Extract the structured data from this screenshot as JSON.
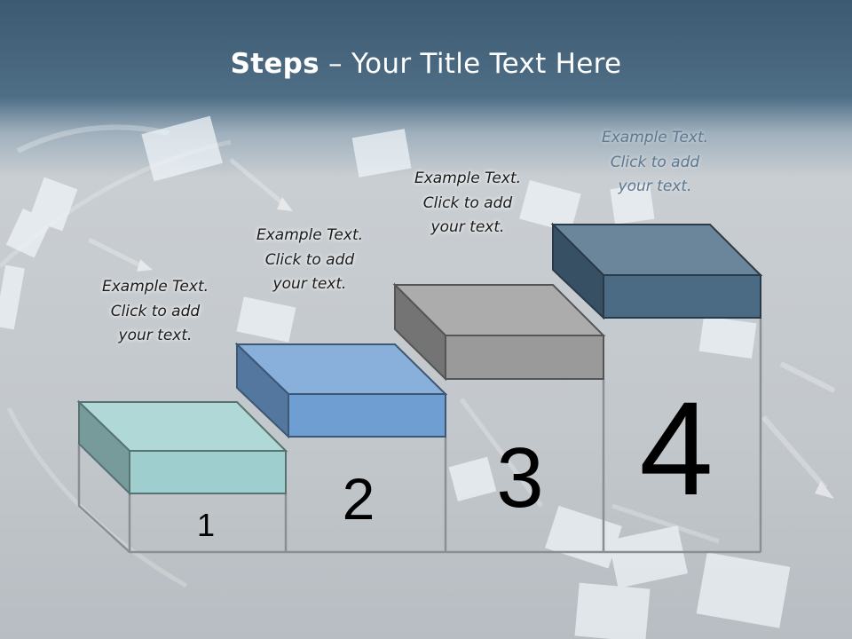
{
  "title": {
    "bold": "Steps",
    "rest": " – Your Title Text Here"
  },
  "steps": [
    {
      "number": "1",
      "line1": "Example Text.",
      "line2": "Click  to add",
      "line3": "your text.",
      "color": "#9ecfce"
    },
    {
      "number": "2",
      "line1": "Example Text.",
      "line2": "Click  to add",
      "line3": "your text.",
      "color": "#6f9fd2"
    },
    {
      "number": "3",
      "line1": "Example Text.",
      "line2": "Click  to add",
      "line3": "your text.",
      "color": "#9a9a9a"
    },
    {
      "number": "4",
      "line1": "Example Text.",
      "line2": "Click  to add",
      "line3": "your text.",
      "color": "#4b6a84"
    }
  ]
}
